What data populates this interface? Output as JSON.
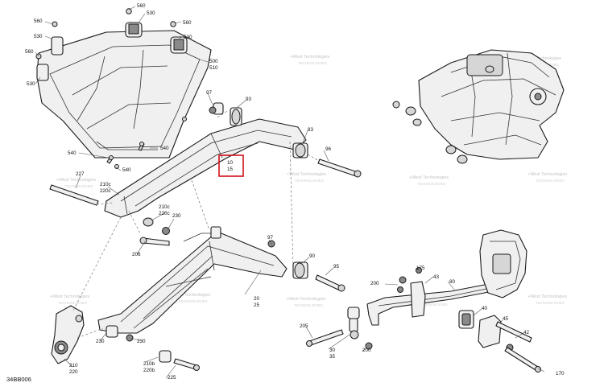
{
  "diagram": {
    "figure_id": "34BB006",
    "callouts": {
      "c560a": "560",
      "c530a": "530",
      "c560b": "560",
      "c530b": "530",
      "c560c": "560",
      "c530c": "530",
      "c560d": "560",
      "c530d": "530",
      "c500": "500",
      "c510": "510",
      "c97a": "97",
      "c93": "93",
      "c83": "83",
      "c96": "96",
      "c10": "10",
      "c15": "15",
      "c540a": "540",
      "c540b": "540",
      "c540c": "540",
      "c227": "227",
      "c210c_a": "210c",
      "c220c_a": "220c",
      "c210c_b": "210c",
      "c220c_b": "220c",
      "c230a": "230",
      "c206": "206",
      "c97b": "97",
      "c90": "90",
      "c95": "95",
      "c20": "20",
      "c25": "25",
      "c230b": "230",
      "c210": "210",
      "c220": "220",
      "c230c": "230",
      "c210b": "210b",
      "c220b": "220b",
      "c225": "225",
      "c175": "175",
      "c43": "43",
      "c200": "200",
      "c80": "80",
      "c40": "40",
      "c45": "45",
      "c205": "205",
      "c30": "30",
      "c35": "35",
      "c200b": "200",
      "c42": "42",
      "c170": "170"
    }
  },
  "colors": {
    "highlight": "#d0101a",
    "watermark": "#c3c3c3"
  }
}
